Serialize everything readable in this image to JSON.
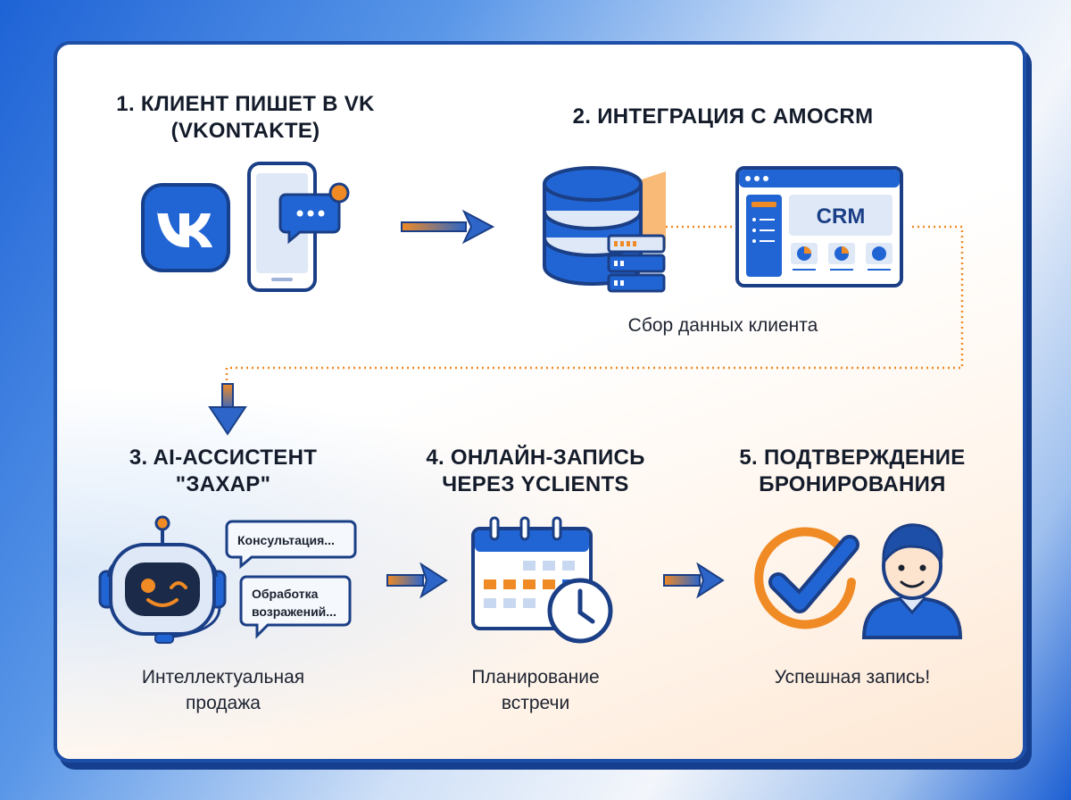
{
  "steps": [
    {
      "title_line1": "1. КЛИЕНТ ПИШЕТ В VK",
      "title_line2": "(VKONTAKTE)"
    },
    {
      "title_line1": "2. ИНТЕГРАЦИЯ С AMOCRM",
      "caption": "Сбор данных клиента",
      "crm_label": "CRM"
    },
    {
      "title_line1": "3. AI-АССИСТЕНТ",
      "title_line2": "\"ЗАХАР\"",
      "caption_line1": "Интеллектуальная",
      "caption_line2": "продажа",
      "bubble1": "Консультация...",
      "bubble2_line1": "Обработка",
      "bubble2_line2": "возражений..."
    },
    {
      "title_line1": "4. ОНЛАЙН-ЗАПИСЬ",
      "title_line2": "ЧЕРЕЗ YCLIENTS",
      "caption_line1": "Планирование",
      "caption_line2": "встречи"
    },
    {
      "title_line1": "5. ПОДТВЕРЖДЕНИЕ",
      "title_line2": "БРОНИРОВАНИЯ",
      "caption": "Успешная запись!"
    }
  ],
  "icons": {
    "vk": "vk-logo-icon",
    "phone": "phone-chat-icon",
    "database": "database-icon",
    "crm": "crm-window-icon",
    "robot": "robot-assistant-icon",
    "calendar": "calendar-clock-icon",
    "check": "check-circle-icon",
    "user": "user-avatar-icon",
    "arrow": "arrow-right-icon"
  },
  "colors": {
    "primary": "#1f5fcf",
    "accent": "#f08a24",
    "dark": "#141c2b",
    "outline": "#1b3f86"
  }
}
